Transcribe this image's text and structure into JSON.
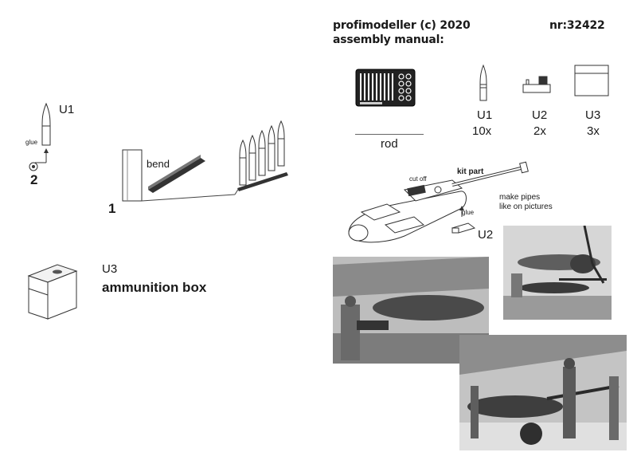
{
  "header": {
    "title": "profimodeller (c) 2020",
    "part_number": "nr:32422",
    "subtitle": "assembly manual:"
  },
  "parts_list": {
    "rod_label": "rod",
    "items": [
      {
        "id": "U1",
        "qty": "10x"
      },
      {
        "id": "U2",
        "qty": "2x"
      },
      {
        "id": "U3",
        "qty": "3x"
      }
    ]
  },
  "step_u1": {
    "part_label": "U1",
    "glue_label": "glue",
    "step_number": "2"
  },
  "step_1": {
    "bend_label": "bend",
    "step_number": "1"
  },
  "ammo_box": {
    "part_label": "U3",
    "caption": "ammunition box"
  },
  "gun_diagram": {
    "cut_off_label": "cut off",
    "kit_part_label": "kit part",
    "note_line1": "make pipes",
    "note_line2": "like on pictures",
    "glue_label": "glue",
    "part_label": "U2"
  }
}
